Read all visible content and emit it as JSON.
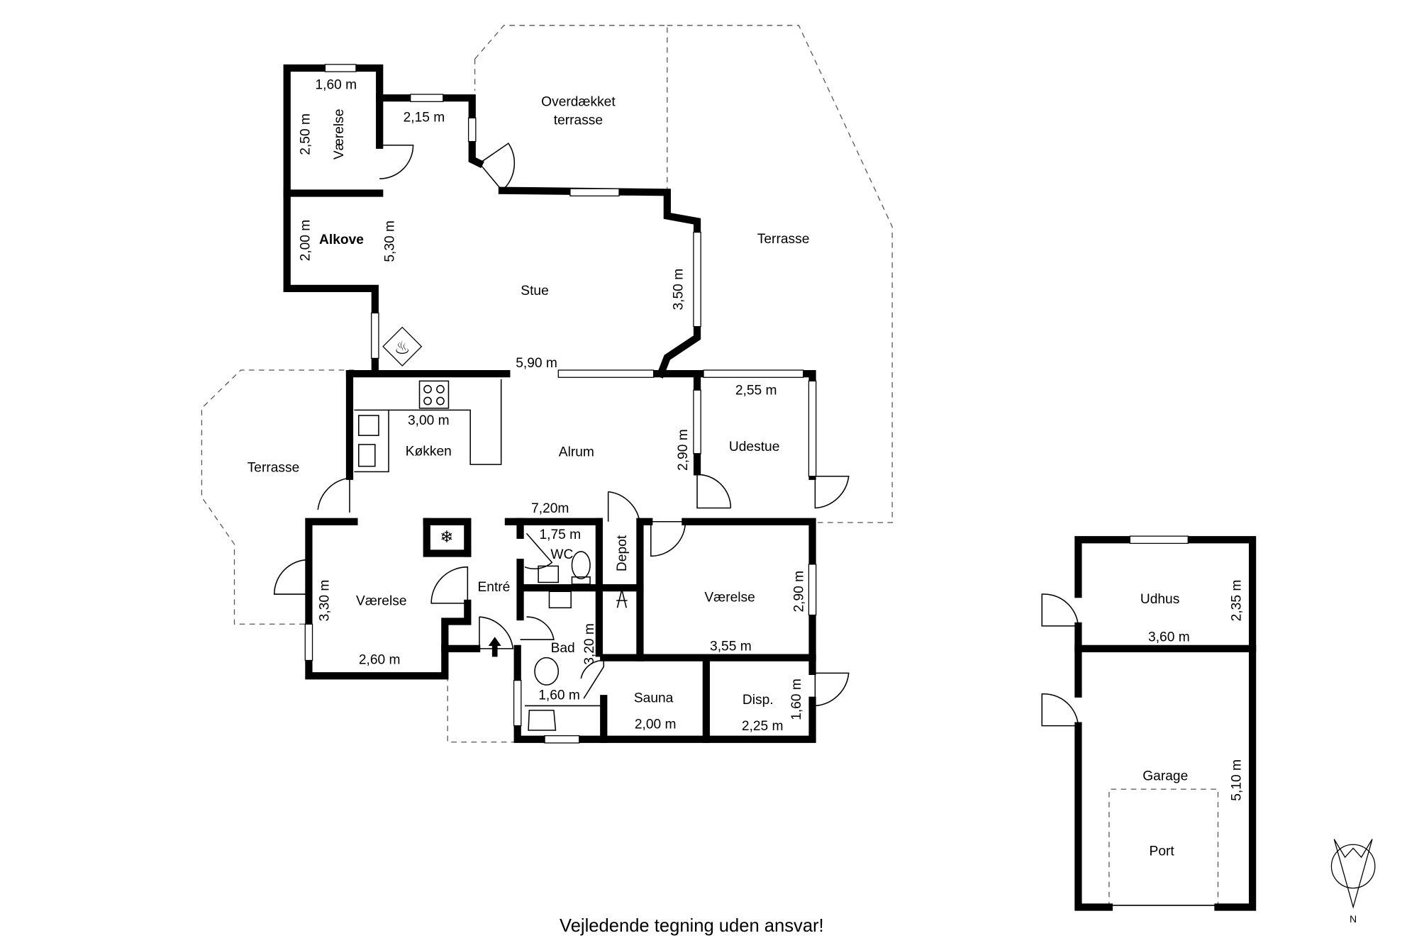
{
  "rooms": {
    "vaerelse_top": "Værelse",
    "alkove": "Alkove",
    "overdaekket_1": "Overdækket",
    "overdaekket_2": "terrasse",
    "terrasse_right": "Terrasse",
    "stue": "Stue",
    "terrasse_left": "Terrasse",
    "koekken": "Køkken",
    "alrum": "Alrum",
    "udestue": "Udestue",
    "vaerelse_left": "Værelse",
    "entre": "Entré",
    "wc": "WC",
    "depot": "Depot",
    "vaerelse_right": "Værelse",
    "bad": "Bad",
    "sauna": "Sauna",
    "disp": "Disp.",
    "udhus": "Udhus",
    "garage": "Garage",
    "port": "Port"
  },
  "dimensions": {
    "d1": "1,60 m",
    "d2": "2,50 m",
    "d3": "2,15 m",
    "d4": "2,00 m",
    "d5": "5,30 m",
    "d6": "3,50 m",
    "d7": "5,90 m",
    "d8": "2,55 m",
    "d9": "3,00 m",
    "d10": "2,90 m",
    "d11": "7,20m",
    "d12": "1,75 m",
    "d13": "3,30 m",
    "d14": "2,60 m",
    "d15": "2,90 m",
    "d16": "3,55 m",
    "d17": "3,20 m",
    "d18": "1,60 m",
    "d19": "2,00 m",
    "d20": "2,25 m",
    "d21": "1,60 m",
    "d22": "2,35 m",
    "d23": "3,60 m",
    "d24": "5,10 m"
  },
  "footer": "Vejledende tegning uden ansvar!",
  "compass": "N"
}
